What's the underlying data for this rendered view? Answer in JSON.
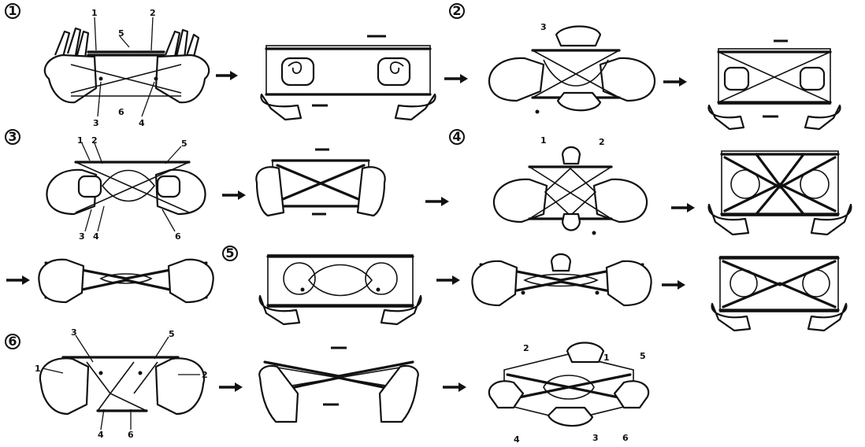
{
  "steps": {
    "s1": "1",
    "s2": "2",
    "s3": "3",
    "s4": "4",
    "s5": "5",
    "s6": "6"
  },
  "labels": {
    "l1": [
      "1",
      "2",
      "5",
      "3",
      "6",
      "4"
    ],
    "l3": [
      "1",
      "2",
      "5",
      "3",
      "4",
      "6"
    ],
    "l6": [
      "3",
      "5",
      "1",
      "2",
      "4",
      "6"
    ]
  }
}
